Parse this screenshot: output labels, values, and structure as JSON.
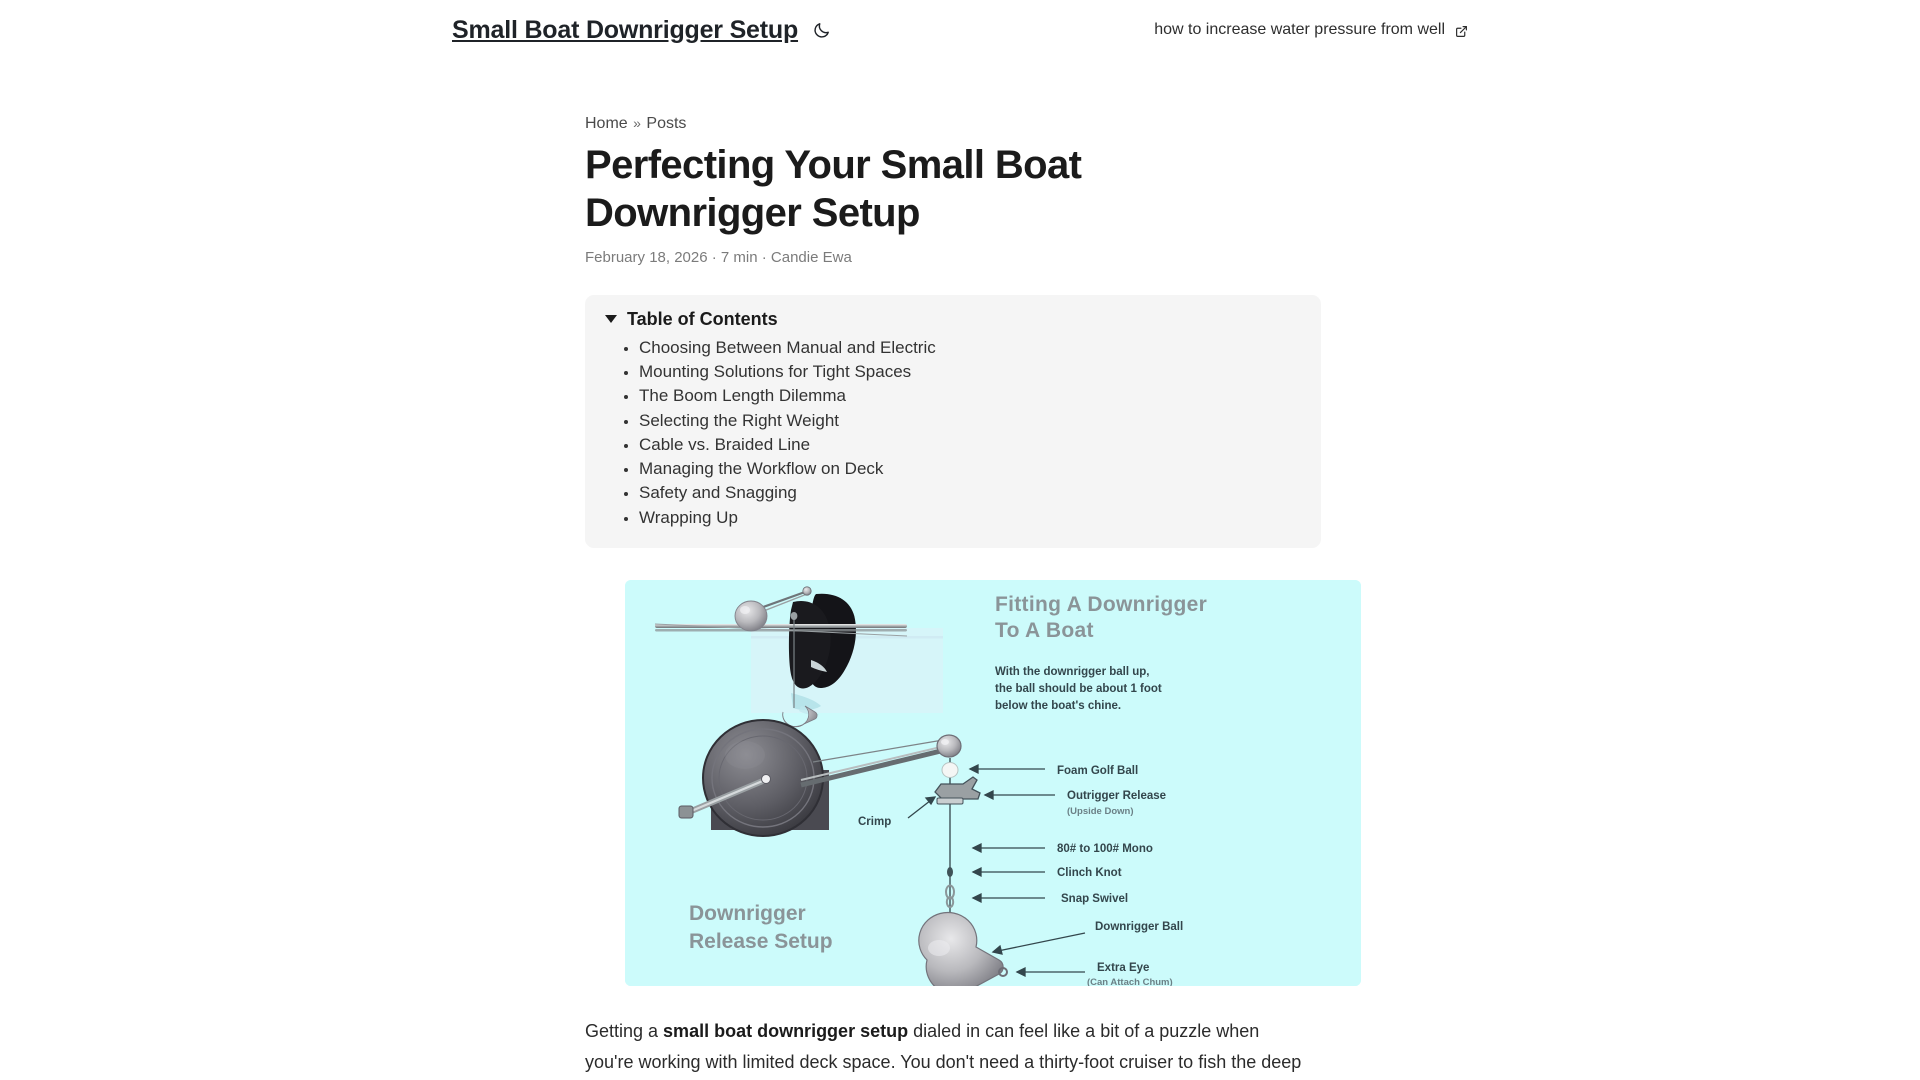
{
  "header": {
    "brand_title": "Small Boat Downrigger Setup",
    "theme_toggle_icon": "moon-icon",
    "nav_link_label": "how to increase water pressure from well",
    "external_link_icon": "external-link-icon"
  },
  "breadcrumb": {
    "home": "Home",
    "separator": "»",
    "current": "Posts"
  },
  "post": {
    "title": "Perfecting Your Small Boat Downrigger Setup",
    "date": "February 18, 2026",
    "read_time": "7 min",
    "author": "Candie Ewa",
    "meta_line": "February 18, 2026 · 7 min · Candie Ewa"
  },
  "toc": {
    "heading": "Table of Contents",
    "caret_icon": "caret-down-icon",
    "items": [
      "Choosing Between Manual and Electric",
      "Mounting Solutions for Tight Spaces",
      "The Boom Length Dilemma",
      "Selecting the Right Weight",
      "Cable vs. Braided Line",
      "Managing the Workflow on Deck",
      "Safety and Snagging",
      "Wrapping Up"
    ]
  },
  "figure": {
    "name": "downrigger-diagram",
    "background_color": "#ccfbfb",
    "top_panel": {
      "title_line_1": "Fitting A Downrigger",
      "title_line_2": "To A Boat",
      "caption_line_1": "With the downrigger ball up,",
      "caption_line_2": "the ball should be about 1 foot",
      "caption_line_3": "below the boat's chine."
    },
    "bottom_panel": {
      "title_line_1": "Downrigger",
      "title_line_2": "Release Setup",
      "labels": [
        "Foam Golf Ball",
        "Outrigger Release",
        "(Upside Down)",
        "Crimp",
        "80# to 100# Mono",
        "Clinch Knot",
        "Snap Swivel",
        "Downrigger Ball",
        "Extra Eye",
        "(Can Attach Chum)"
      ]
    }
  },
  "body": {
    "paragraph_lead": "Getting a ",
    "paragraph_bold": "small boat downrigger setup",
    "paragraph_rest": " dialed in can feel like a bit of a puzzle when you're working with limited deck space. You don't need a thirty-foot cruiser to fish the deep stuff,"
  }
}
